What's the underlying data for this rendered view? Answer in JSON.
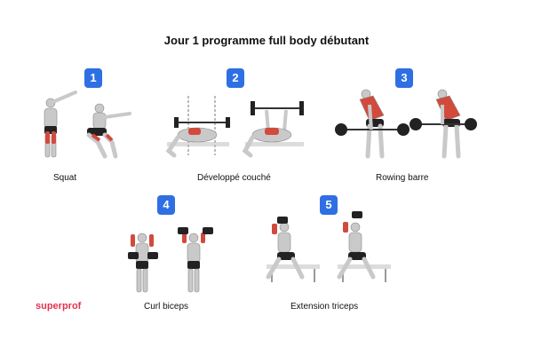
{
  "title": "Jour 1 programme full body débutant",
  "brand": "superprof",
  "exercises": [
    {
      "number": "1",
      "label": "Squat"
    },
    {
      "number": "2",
      "label": "Développé couché"
    },
    {
      "number": "3",
      "label": "Rowing barre"
    },
    {
      "number": "4",
      "label": "Curl biceps"
    },
    {
      "number": "5",
      "label": "Extension triceps"
    }
  ],
  "colors": {
    "accent": "#2f6fe4",
    "brand": "#e2334f",
    "muscle": "#d24a3c",
    "skin": "#c9c9c9",
    "shorts": "#222222"
  }
}
